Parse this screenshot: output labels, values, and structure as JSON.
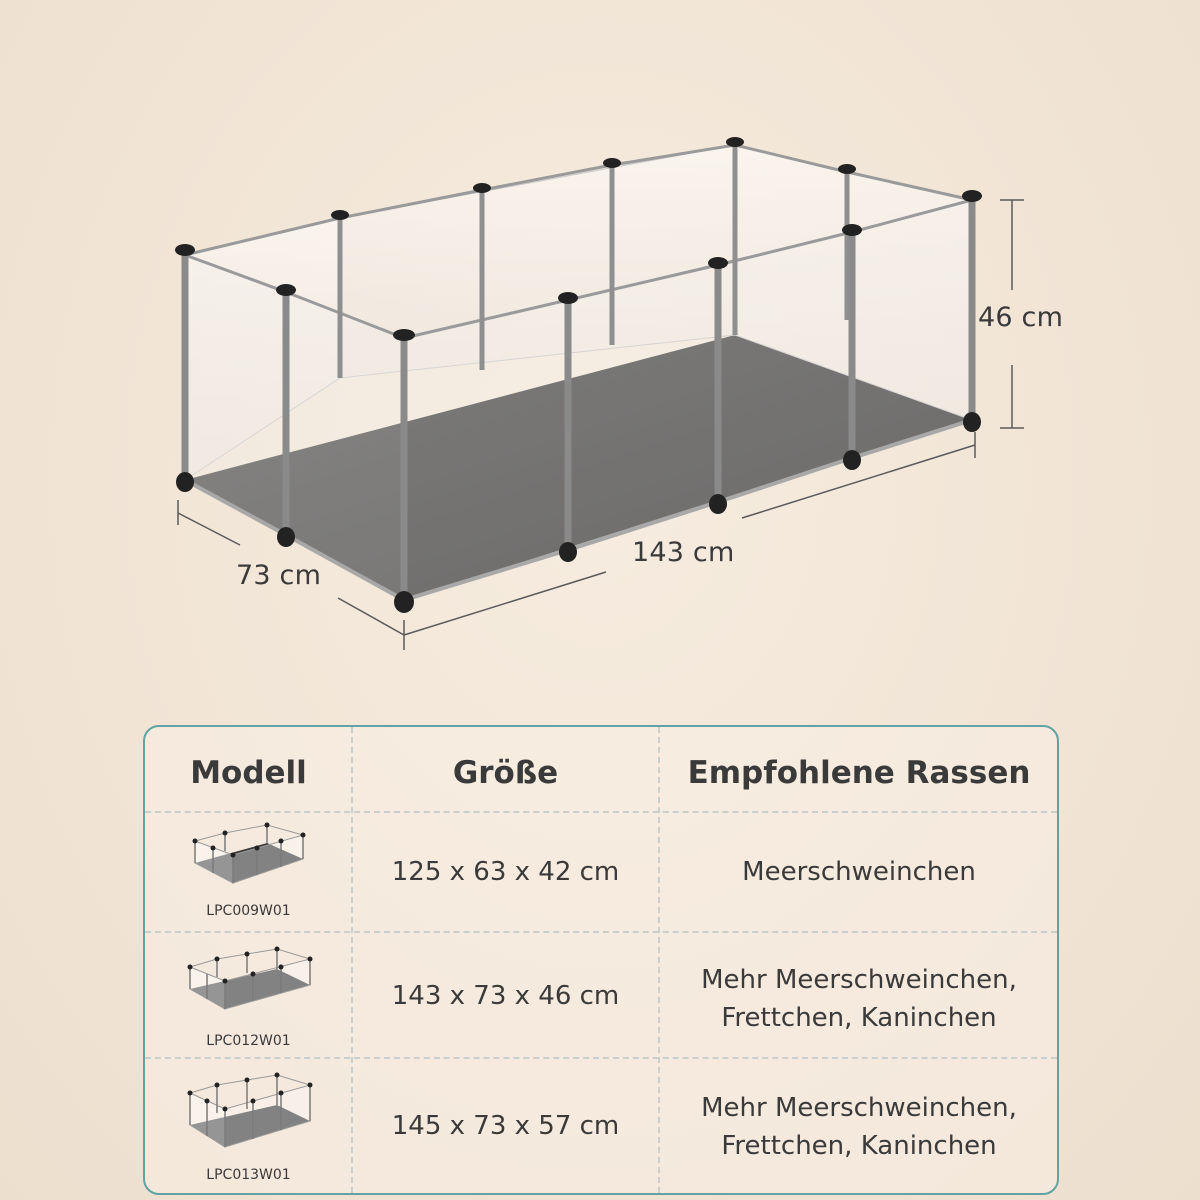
{
  "dimensions": {
    "height": "46 cm",
    "width": "73 cm",
    "length": "143 cm"
  },
  "table": {
    "headers": {
      "model": "Modell",
      "size": "Größe",
      "breeds": "Empfohlene Rassen"
    },
    "rows": [
      {
        "model": "LPC009W01",
        "size": "125 x 63 x 42 cm",
        "breed_line1": "Meerschweinchen",
        "breed_line2": ""
      },
      {
        "model": "LPC012W01",
        "size": "143 x 73 x 46 cm",
        "breed_line1": "Mehr Meerschweinchen,",
        "breed_line2": "Frettchen, Kaninchen"
      },
      {
        "model": "LPC013W01",
        "size": "145 x 73 x 57 cm",
        "breed_line1": "Mehr Meerschweinchen,",
        "breed_line2": "Frettchen, Kaninchen"
      }
    ]
  },
  "colors": {
    "background": "#f2e6d8",
    "table_border": "#5fa3a3",
    "floor": "#3f3f3f",
    "text": "#3a3a3a"
  }
}
